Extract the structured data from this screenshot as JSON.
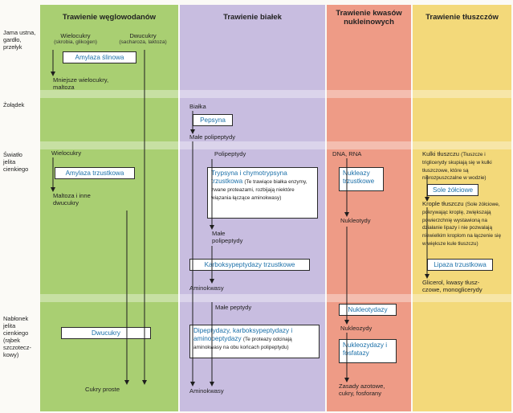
{
  "colors": {
    "carb": "#a9cf72",
    "protein": "#c8bde0",
    "nucleic": "#ee9b86",
    "fat": "#f3d97a",
    "band": "#ffffff",
    "enzyme_text": "#1a6fa8",
    "arrow": "#1e1e1e"
  },
  "columns": {
    "carb": "Trawienie węglowodanów",
    "protein": "Trawienie białek",
    "nucleic_1": "Trawienie kwasów",
    "nucleic_2": "nukleinowych",
    "fat": "Trawienie tłuszczów"
  },
  "rows": {
    "mouth": [
      "Jama ustna,",
      "gardło,",
      "przełyk"
    ],
    "stomach": [
      "Żołądek"
    ],
    "lumen": [
      "Światło",
      "jelita",
      "cienkiego"
    ],
    "epithelium": [
      "Nabłonek",
      "jelita",
      "cienkiego",
      "(rąbek",
      "szczotecz-",
      "kowy)"
    ]
  },
  "carb": {
    "polysaccharides": "Wielocukry",
    "polysaccharides_note": "(skrobia, glikogen)",
    "disaccharides": "Dwucukry",
    "disaccharides_note": "(sacharoza, laktoza)",
    "salivary_amylase": "Amylaza ślinowa",
    "smaller_poly_1": "Mniejsze wielocukry,",
    "smaller_poly_2": "maltoza",
    "lumen_poly": "Wielocukry",
    "pancreatic_amylase": "Amylaza trzustkowa",
    "maltose_1": "Maltoza i inne",
    "maltose_2": "dwucukry",
    "disaccharidases": "Dwucukry",
    "simple_sugars": "Cukry proste"
  },
  "protein": {
    "proteins": "Białka",
    "pepsin": "Pepsyna",
    "small_polypeptides_stomach": "Małe polipeptydy",
    "polypeptides": "Polipeptydy",
    "trypsin": "Trypsyna i chymotrypsyna trzustkowa",
    "trypsin_note": "(Te trawiące białka enzymy, zwane proteazami, rozbijają niektóre wiązania łączące aminokwasy)",
    "small_poly_1": "Małe",
    "small_poly_2": "polipeptydy",
    "carboxypeptidase": "Karboksypeptydazy trzustkowe",
    "amino_lumen": "Aminokwasy",
    "small_peptides": "Małe peptydy",
    "dipeptidases": "Dipeptydazy, karboksypeptydazy i aminopeptydazy",
    "dipeptidases_note": "(Te proteazy odcinają aminokwasy na obu końcach polipeptydu)",
    "amino_final": "Aminokwasy"
  },
  "nucleic": {
    "dna_rna": "DNA, RNA",
    "nucleases": "Nukleazy trzustkowe",
    "nucleotides": "Nukleotydy",
    "nucleotidases": "Nukleotydazy",
    "nucleosides": "Nukleozydy",
    "nucleosidases": "Nukleozydazy i fosfatazy",
    "bases_1": "Zasady azotowe,",
    "bases_2": "cukry, fosforany"
  },
  "fat": {
    "globules": "Kulki tłuszczu",
    "globules_note": "(Tłuszcze i triglicerydy skupiają się w kulki tłuszczowe, które są nierozpuszczalne w wodzie)",
    "bile_salts": "Sole żółciowe",
    "droplets": "Krople tłuszczu",
    "droplets_note": "(Sole żółciowe, pokrywając kroplę, zwiększają powierzchnię wystawioną na działanie lipazy i nie pozwalają niewielkim kroplom na łączenie się w większe kule tłuszczu)",
    "lipase": "Lipaza trzustkowa",
    "products_1": "Glicerol, kwasy tłusz-",
    "products_2": "czowe, monoglicerydy"
  }
}
